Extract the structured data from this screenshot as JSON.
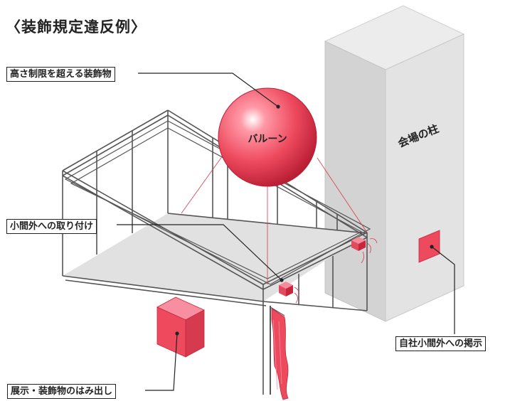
{
  "title": "〈装飾規定違反例〉",
  "callouts": {
    "height_limit": "高さ制限を超える装飾物",
    "outside_booth": "小間外への取り付け",
    "overhang": "展示・装飾物のはみ出し",
    "signage_outside": "自社小間外への掲示"
  },
  "labels": {
    "balloon": "バルーン",
    "pillar": "会場の柱"
  },
  "colors": {
    "violation_red": "#ee4a5e",
    "violation_dark": "#c8253a",
    "pillar_front": "#d5d5d5",
    "pillar_side": "#e3e3e3",
    "floor": "#e2e2e2",
    "frame": "#555555"
  }
}
